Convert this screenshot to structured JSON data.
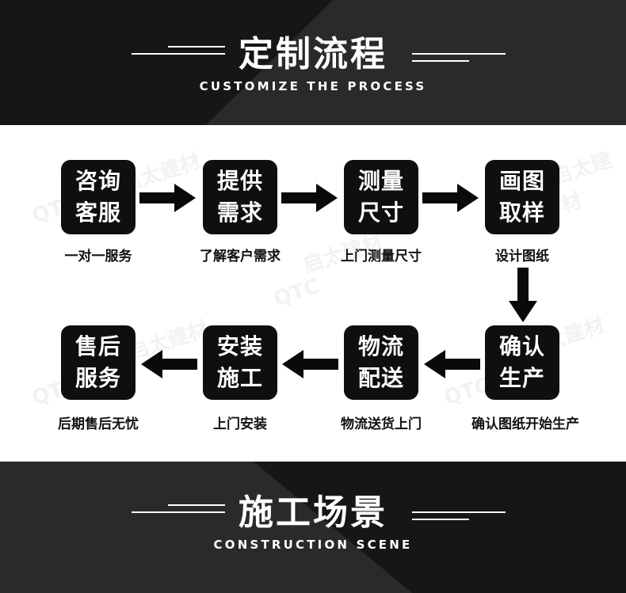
{
  "sections": {
    "process": {
      "title": "定制流程",
      "subtitle": "CUSTOMIZE THE PROCESS"
    },
    "scene": {
      "title": "施工场景",
      "subtitle": "CONSTRUCTION SCENE"
    }
  },
  "steps": [
    {
      "line1": "咨询",
      "line2": "客服",
      "caption": "一对一服务"
    },
    {
      "line1": "提供",
      "line2": "需求",
      "caption": "了解客户需求"
    },
    {
      "line1": "测量",
      "line2": "尺寸",
      "caption": "上门测量尺寸"
    },
    {
      "line1": "画图",
      "line2": "取样",
      "caption": "设计图纸"
    },
    {
      "line1": "确认",
      "line2": "生产",
      "caption": "确认图纸开始生产"
    },
    {
      "line1": "物流",
      "line2": "配送",
      "caption": "物流送货上门"
    },
    {
      "line1": "安装",
      "line2": "施工",
      "caption": "上门安装"
    },
    {
      "line1": "售后",
      "line2": "服务",
      "caption": "后期售后无忧"
    }
  ],
  "watermark": {
    "logo": "QTC",
    "name": "启太建材"
  },
  "colors": {
    "banner": "#161616",
    "banner_wedge": "#2c2c2c",
    "step_box": "#0f0f0f",
    "arrow": "#0a0a0a"
  }
}
